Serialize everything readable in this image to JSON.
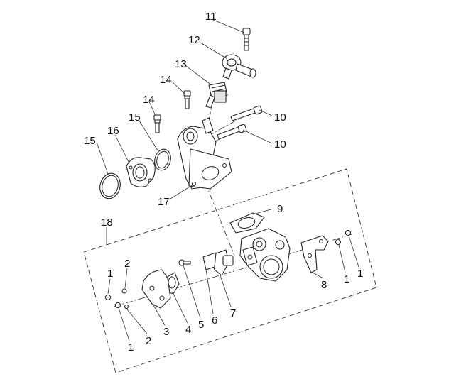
{
  "diagram": {
    "callouts": [
      {
        "id": "c11",
        "text": "11"
      },
      {
        "id": "c12",
        "text": "12"
      },
      {
        "id": "c13",
        "text": "13"
      },
      {
        "id": "c14a",
        "text": "14"
      },
      {
        "id": "c14b",
        "text": "14"
      },
      {
        "id": "c15a",
        "text": "15"
      },
      {
        "id": "c16",
        "text": "16"
      },
      {
        "id": "c15b",
        "text": "15"
      },
      {
        "id": "c10a",
        "text": "10"
      },
      {
        "id": "c10b",
        "text": "10"
      },
      {
        "id": "c17",
        "text": "17"
      },
      {
        "id": "c9",
        "text": "9"
      },
      {
        "id": "c18",
        "text": "18"
      },
      {
        "id": "c1a",
        "text": "1"
      },
      {
        "id": "c2a",
        "text": "2"
      },
      {
        "id": "c1b",
        "text": "1"
      },
      {
        "id": "c2b",
        "text": "2"
      },
      {
        "id": "c3",
        "text": "3"
      },
      {
        "id": "c4",
        "text": "4"
      },
      {
        "id": "c5",
        "text": "5"
      },
      {
        "id": "c6",
        "text": "6"
      },
      {
        "id": "c7",
        "text": "7"
      },
      {
        "id": "c8",
        "text": "8"
      },
      {
        "id": "c1c",
        "text": "1"
      },
      {
        "id": "c1d",
        "text": "1"
      }
    ]
  }
}
